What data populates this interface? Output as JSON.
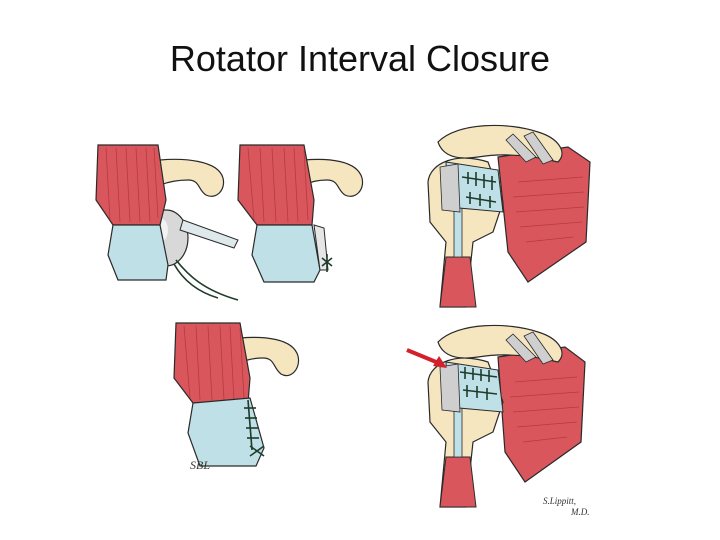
{
  "slide": {
    "title": "Rotator Interval Closure"
  },
  "figures": {
    "lower_left_signature": "SBL",
    "lower_right_signature_line1": "S.Lippitt,",
    "lower_right_signature_line2": "M.D."
  },
  "colors": {
    "muscle": "#d9575c",
    "muscle_stripe": "#b43a40",
    "tendon": "#bfe0e6",
    "bone": "#f6e6c0",
    "ligament": "#cfcfcf",
    "suture": "#1f3b2a",
    "arrow": "#d4202a",
    "outline": "#2a2a2a"
  }
}
